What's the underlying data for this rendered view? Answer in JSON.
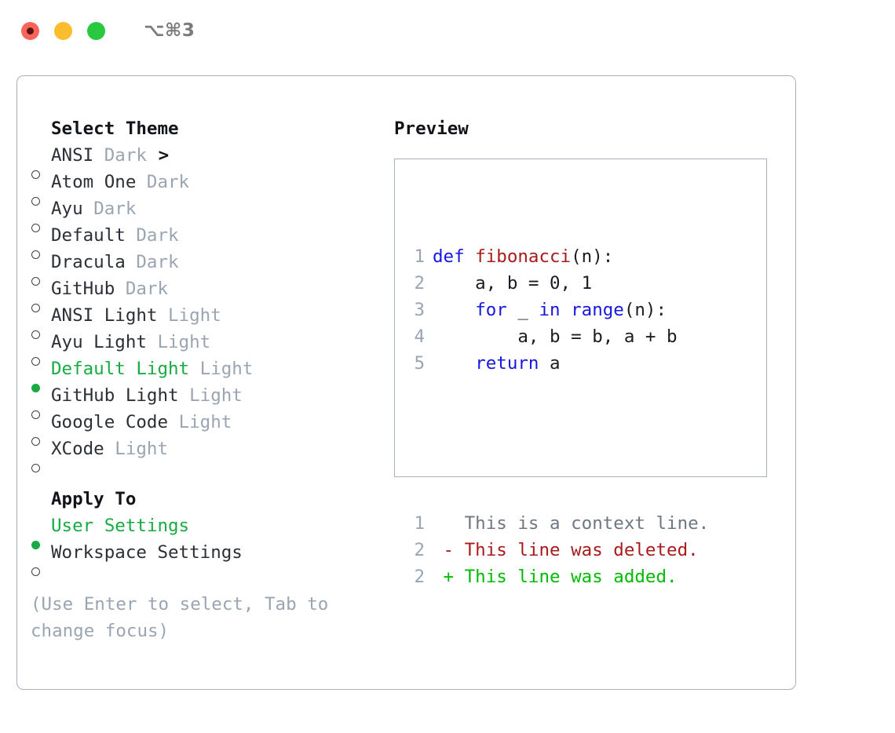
{
  "titlebar": {
    "shortcut": "⌥⌘3",
    "dots": [
      {
        "name": "close",
        "color": "#f9655b"
      },
      {
        "name": "minimize",
        "color": "#fbbd2e"
      },
      {
        "name": "maximize",
        "color": "#28c840"
      }
    ]
  },
  "theme_picker": {
    "caret": ">",
    "heading": "Select Theme",
    "items": [
      {
        "marker": "○",
        "name": "ANSI",
        "tag": "Dark",
        "selected": false
      },
      {
        "marker": "○",
        "name": "Atom One",
        "tag": "Dark",
        "selected": false
      },
      {
        "marker": "○",
        "name": "Ayu",
        "tag": "Dark",
        "selected": false
      },
      {
        "marker": "○",
        "name": "Default",
        "tag": "Dark",
        "selected": false
      },
      {
        "marker": "○",
        "name": "Dracula",
        "tag": "Dark",
        "selected": false
      },
      {
        "marker": "○",
        "name": "GitHub",
        "tag": "Dark",
        "selected": false
      },
      {
        "marker": "○",
        "name": "ANSI Light",
        "tag": "Light",
        "selected": false
      },
      {
        "marker": "○",
        "name": "Ayu Light",
        "tag": "Light",
        "selected": false
      },
      {
        "marker": "●",
        "name": "Default Light",
        "tag": "Light",
        "selected": true
      },
      {
        "marker": "○",
        "name": "GitHub Light",
        "tag": "Light",
        "selected": false
      },
      {
        "marker": "○",
        "name": "Google Code",
        "tag": "Light",
        "selected": false
      },
      {
        "marker": "○",
        "name": "XCode",
        "tag": "Light",
        "selected": false
      }
    ]
  },
  "apply_to": {
    "heading": "Apply To",
    "options": [
      {
        "marker": "●",
        "label": "User Settings",
        "selected": true
      },
      {
        "marker": "○",
        "label": "Workspace Settings",
        "selected": false
      }
    ]
  },
  "hint": "(Use Enter to select, Tab to change focus)",
  "preview": {
    "title": "Preview",
    "code_lines": [
      {
        "num": "1",
        "tokens": [
          {
            "t": "def ",
            "c": "kw"
          },
          {
            "t": "fibonacci",
            "c": "fn"
          },
          {
            "t": "(n):",
            "c": "txt"
          }
        ]
      },
      {
        "num": "2",
        "tokens": [
          {
            "t": "    a, b = 0, 1",
            "c": "txt"
          }
        ]
      },
      {
        "num": "3",
        "tokens": [
          {
            "t": "    ",
            "c": "txt"
          },
          {
            "t": "for",
            "c": "kw"
          },
          {
            "t": " _ ",
            "c": "txt"
          },
          {
            "t": "in",
            "c": "kw"
          },
          {
            "t": " ",
            "c": "txt"
          },
          {
            "t": "range",
            "c": "kw"
          },
          {
            "t": "(n):",
            "c": "txt"
          }
        ]
      },
      {
        "num": "4",
        "tokens": [
          {
            "t": "        a, b = b, a + b",
            "c": "txt"
          }
        ]
      },
      {
        "num": "5",
        "tokens": [
          {
            "t": "    ",
            "c": "txt"
          },
          {
            "t": "return",
            "c": "kw"
          },
          {
            "t": " a",
            "c": "txt"
          }
        ]
      }
    ],
    "diff_lines": [
      {
        "num": "1",
        "marker": "  ",
        "text": "This is a context line.",
        "kind": "ctx"
      },
      {
        "num": "2",
        "marker": "- ",
        "text": "This line was deleted.",
        "kind": "del"
      },
      {
        "num": "2",
        "marker": "+ ",
        "text": "This line was added.",
        "kind": "add"
      }
    ]
  },
  "colors": {
    "selected_green": "#17ab42",
    "muted_gray": "#9aa5b1",
    "keyword_blue": "#1717e0",
    "function_red": "#a91b1b",
    "diff_add_green": "#00bb00",
    "diff_del_red": "#a91b1b",
    "border": "#a7b0bc"
  }
}
